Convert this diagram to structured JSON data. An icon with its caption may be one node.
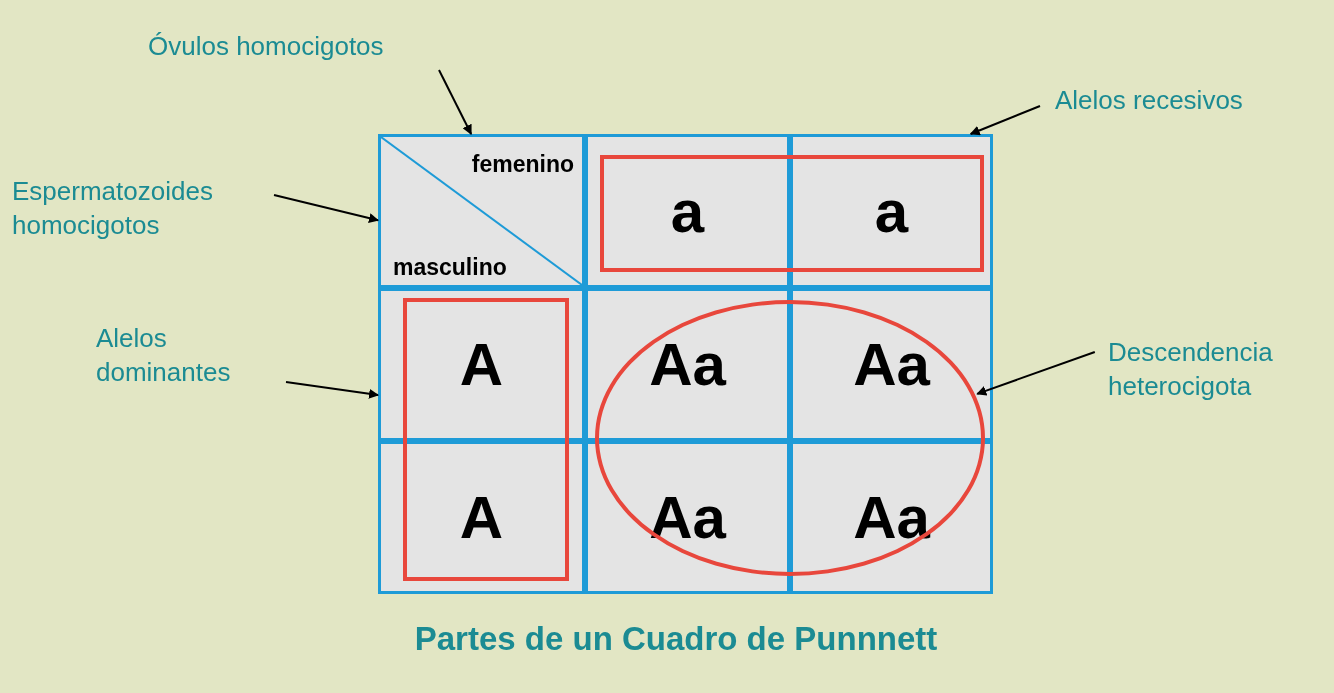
{
  "diagram": {
    "caption": "Partes de un Cuadro de Punnnett",
    "nodes": [
      {
        "text": [
          "Óvulos homocigotos"
        ]
      },
      {
        "text": [
          "Espermatozoides homocigotos"
        ]
      },
      {
        "text": [
          "Alelos dominantes"
        ]
      },
      {
        "text": [
          "Alelos recesivos"
        ]
      },
      {
        "text": [
          "Descendencia heterocigota"
        ]
      },
      {
        "text": [
          "femenino",
          "masculino"
        ]
      },
      {
        "text": [
          "a"
        ]
      },
      {
        "text": [
          "a"
        ]
      },
      {
        "text": [
          "A"
        ]
      },
      {
        "text": [
          "Aa"
        ]
      },
      {
        "text": [
          "Aa"
        ]
      },
      {
        "text": [
          "A"
        ]
      },
      {
        "text": [
          "Aa"
        ]
      },
      {
        "text": [
          "Aa"
        ]
      },
      {
        "text": [],
        "shape": "box"
      },
      {
        "text": [],
        "shape": "box"
      },
      {
        "text": [],
        "shape": "circle"
      }
    ],
    "edges": [
      {
        "from": 0,
        "to": 5,
        "arrow": "to"
      },
      {
        "from": 1,
        "to": 5,
        "arrow": "to"
      },
      {
        "from": 2,
        "to": 8,
        "arrow": "to"
      },
      {
        "from": 3,
        "to": 7,
        "arrow": "to"
      },
      {
        "from": 4,
        "to": 16,
        "arrow": "to"
      }
    ]
  }
}
